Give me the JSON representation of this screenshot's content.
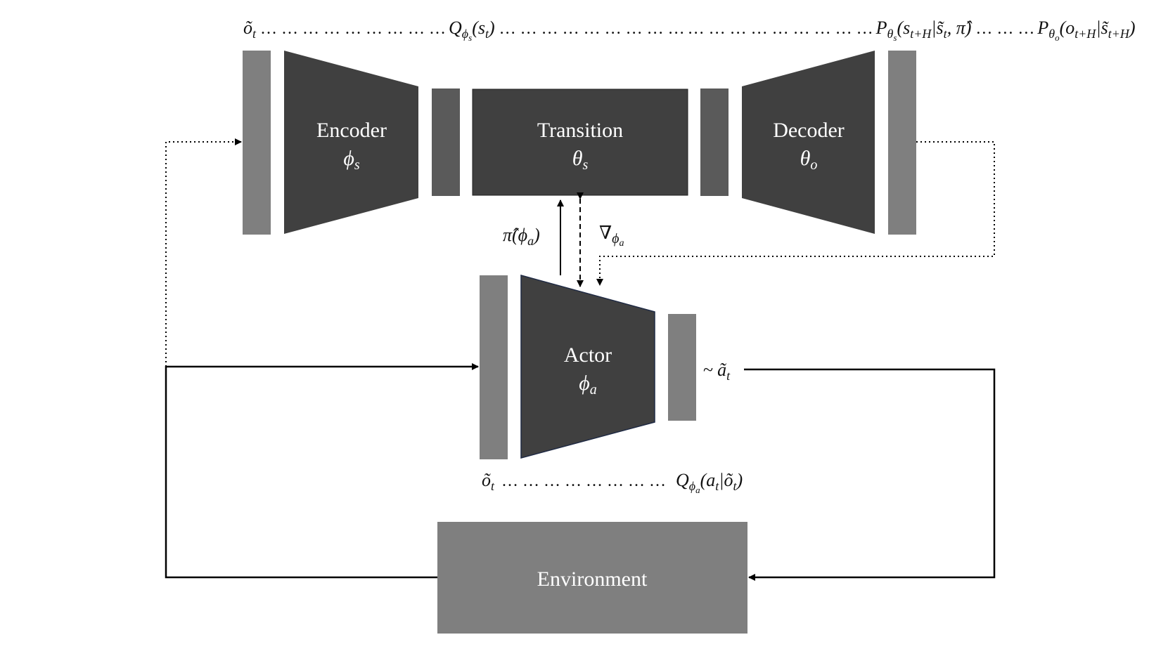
{
  "colors": {
    "block_dark": "#404040",
    "bar_mid": "#5a5a5a",
    "bar_light": "#7f7f7f",
    "environment": "#7f7f7f",
    "line": "#000000"
  },
  "blocks": {
    "encoder": {
      "title": "Encoder",
      "param": "ϕ",
      "param_sub": "s"
    },
    "transition": {
      "title": "Transition",
      "param": "θ",
      "param_sub": "s"
    },
    "decoder": {
      "title": "Decoder",
      "param": "θ",
      "param_sub": "o"
    },
    "actor": {
      "title": "Actor",
      "param": "ϕ",
      "param_sub": "a"
    },
    "environment": {
      "title": "Environment"
    }
  },
  "top_formula": {
    "o_tilde": "õ",
    "t": "t",
    "Q": "Q",
    "phi": "ϕ",
    "s": "s",
    "q_arg": "(s",
    "close": ")",
    "P": "P",
    "theta": "θ",
    "o": "o",
    "p1_arg": "(s",
    "t_plus_H": "t+H",
    "bar": "|",
    "s_tilde": "s̃",
    "pi_part": ", π̂)",
    "p2_arg": "(o",
    "dots": "… … … … … … … … …"
  },
  "arrows": {
    "pi_hat": "π̂(ϕ",
    "pi_sub": "a",
    "pi_close": ")",
    "nabla": "∇",
    "nabla_phi": "ϕ",
    "nabla_sub": "a"
  },
  "actor_output": {
    "tilde_prefix": "~",
    "a_tilde": "ã",
    "t": "t"
  },
  "bottom_formula": {
    "o_tilde": "õ",
    "t": "t",
    "dots": "… … … … … … … …",
    "Q": "Q",
    "phi": "ϕ",
    "a": "a",
    "arg": "(a",
    "bar": "|õ",
    "close": ")"
  }
}
